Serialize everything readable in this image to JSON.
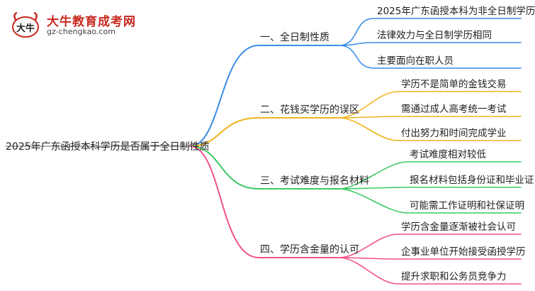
{
  "logo": {
    "title": "大牛教育成考网",
    "url": "gz-chengkao.com",
    "mark_text": "大牛"
  },
  "root": {
    "label": "2025年广东函授本科学历是否属于全日制性质"
  },
  "branches": [
    {
      "label": "一、全日制性质",
      "color": "#3c8ce6",
      "children": [
        "2025年广东函授本科为非全日制学历",
        "法律效力与全日制学历相同",
        "主要面向在职人员"
      ]
    },
    {
      "label": "二、花钱买学历的误区",
      "color": "#f0b41e",
      "children": [
        "学历不是简单的金钱交易",
        "需通过成人高考统一考试",
        "付出努力和时间完成学业"
      ]
    },
    {
      "label": "三、考试难度与报名材料",
      "color": "#3cc864",
      "children": [
        "考试难度相对较低",
        "报名材料包括身份证和毕业证",
        "可能需工作证明和社保证明"
      ]
    },
    {
      "label": "四、学历含金量的认可",
      "color": "#f0508c",
      "children": [
        "学历含金量逐渐被社会认可",
        "企事业单位开始接受函授学历",
        "提升求职和公务员竞争力"
      ]
    }
  ]
}
